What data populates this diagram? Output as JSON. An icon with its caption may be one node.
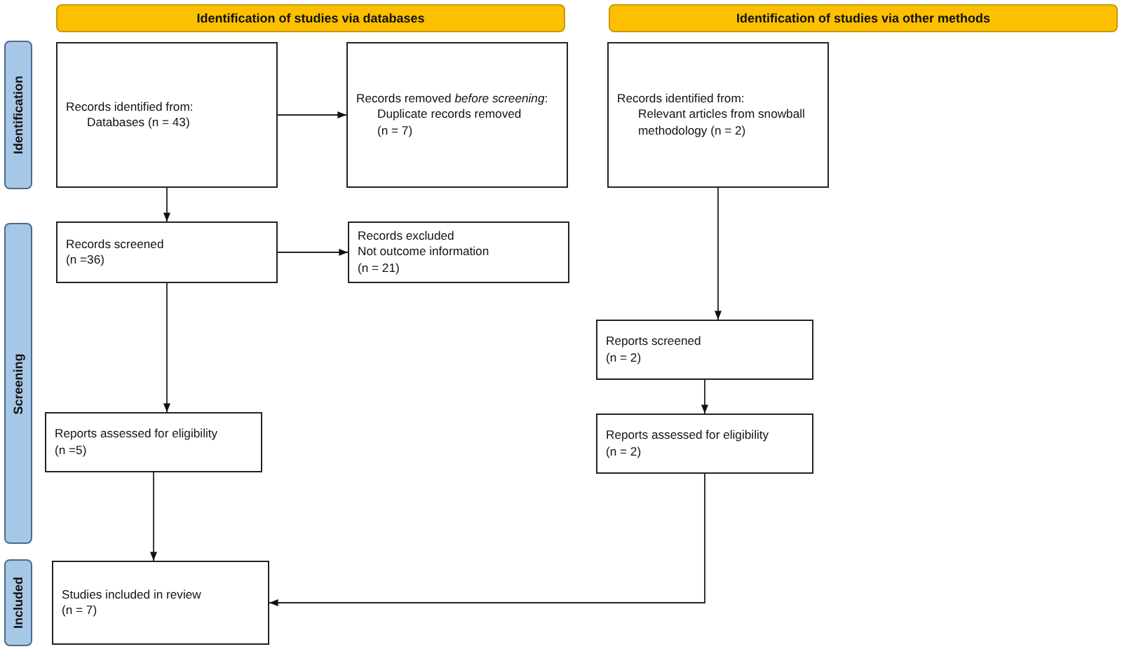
{
  "diagram": {
    "nodes": [
      {
        "text": [
          "Identification of studies via databases"
        ]
      },
      {
        "text": [
          "Identification of studies via other methods"
        ]
      },
      {
        "text": [
          "Identification"
        ]
      },
      {
        "text": [
          "Screening"
        ]
      },
      {
        "text": [
          "Included"
        ]
      },
      {
        "text": [
          "Records identified from:",
          "Databases (n = 43)"
        ]
      },
      {
        "text": [
          "Records removed *before screening*:",
          "Duplicate records removed",
          "(n = 7)"
        ]
      },
      {
        "text": [
          "Records identified from:",
          "Relevant articles from snowball methodology (n = 2)"
        ]
      },
      {
        "text": [
          "Records screened",
          "(n =36)"
        ]
      },
      {
        "text": [
          "Records excluded",
          "Not outcome information",
          "(n = 21)"
        ]
      },
      {
        "text": [
          "Reports screened",
          "(n = 2)"
        ]
      },
      {
        "text": [
          "Reports assessed for eligibility",
          "(n =5)"
        ]
      },
      {
        "text": [
          "Reports assessed for eligibility",
          "(n = 2)"
        ]
      },
      {
        "text": [
          "Studies included in review",
          "(n = 7)"
        ]
      }
    ],
    "edges": [
      {
        "from": 5,
        "to": 6,
        "arrow": "to"
      },
      {
        "from": 5,
        "to": 8,
        "arrow": "to"
      },
      {
        "from": 8,
        "to": 9,
        "arrow": "to"
      },
      {
        "from": 8,
        "to": 11,
        "arrow": "to"
      },
      {
        "from": 7,
        "to": 10,
        "arrow": "to"
      },
      {
        "from": 10,
        "to": 12,
        "arrow": "to"
      },
      {
        "from": 11,
        "to": 13,
        "arrow": "to"
      },
      {
        "from": 12,
        "to": 13,
        "arrow": "to"
      }
    ]
  }
}
